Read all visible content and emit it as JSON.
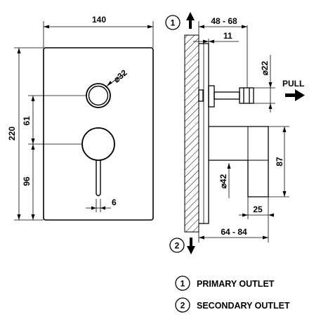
{
  "front_view": {
    "width": "140",
    "height": "220",
    "hole_diameter": "32",
    "gap_61": "61",
    "gap_96": "96",
    "handle_width": "6"
  },
  "side_view": {
    "depth_range_top": "48 - 68",
    "plate_thickness": "11",
    "stem_diameter": "22",
    "pull_label": "PULL",
    "body_diameter": "42",
    "body_height": "87",
    "base_width": "25",
    "depth_range_bottom": "64 - 84",
    "outlet_1_marker": "1",
    "outlet_2_marker": "2"
  },
  "legend": [
    {
      "number": "1",
      "label": "PRIMARY OUTLET"
    },
    {
      "number": "2",
      "label": "SECONDARY OUTLET"
    }
  ]
}
